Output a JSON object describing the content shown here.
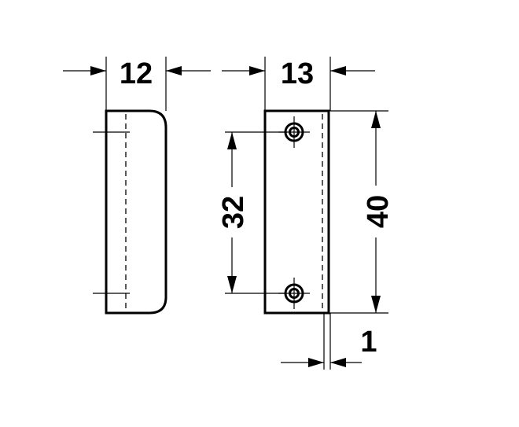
{
  "dimensions": {
    "side_width": "12",
    "front_width": "13",
    "hole_spacing": "32",
    "height": "40",
    "offset": "1"
  }
}
